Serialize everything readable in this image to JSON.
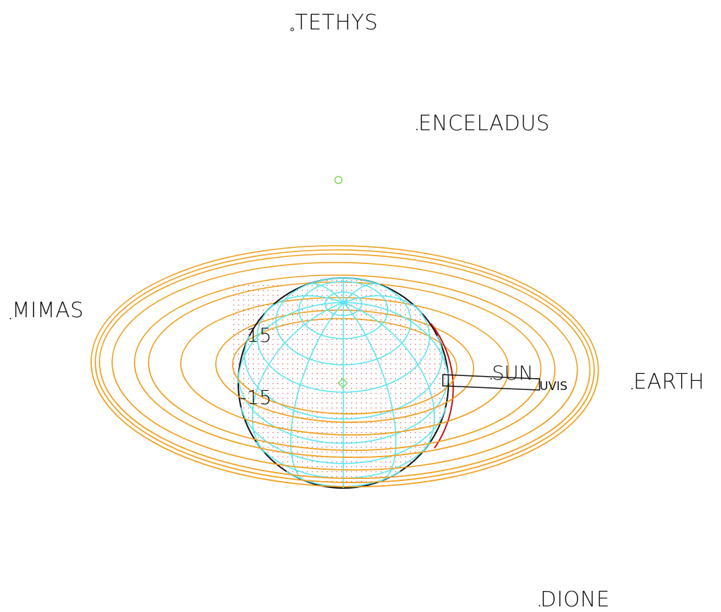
{
  "labels": {
    "tethys": "TETHYS",
    "enceladus": "ENCELADUS",
    "mimas": "MIMAS",
    "earth": "EARTH",
    "dione": "DIONE",
    "sun": "SUN",
    "uvis": "UVIS",
    "lat_pos": "15",
    "lat_neg": "-15"
  },
  "colors": {
    "rings": "#f0a020",
    "grid": "#5ae6f0",
    "limb": "#111111",
    "terminator": "#cc1111",
    "dots": "#e05a5a",
    "marker": "#7ed957",
    "text": "#111111"
  }
}
